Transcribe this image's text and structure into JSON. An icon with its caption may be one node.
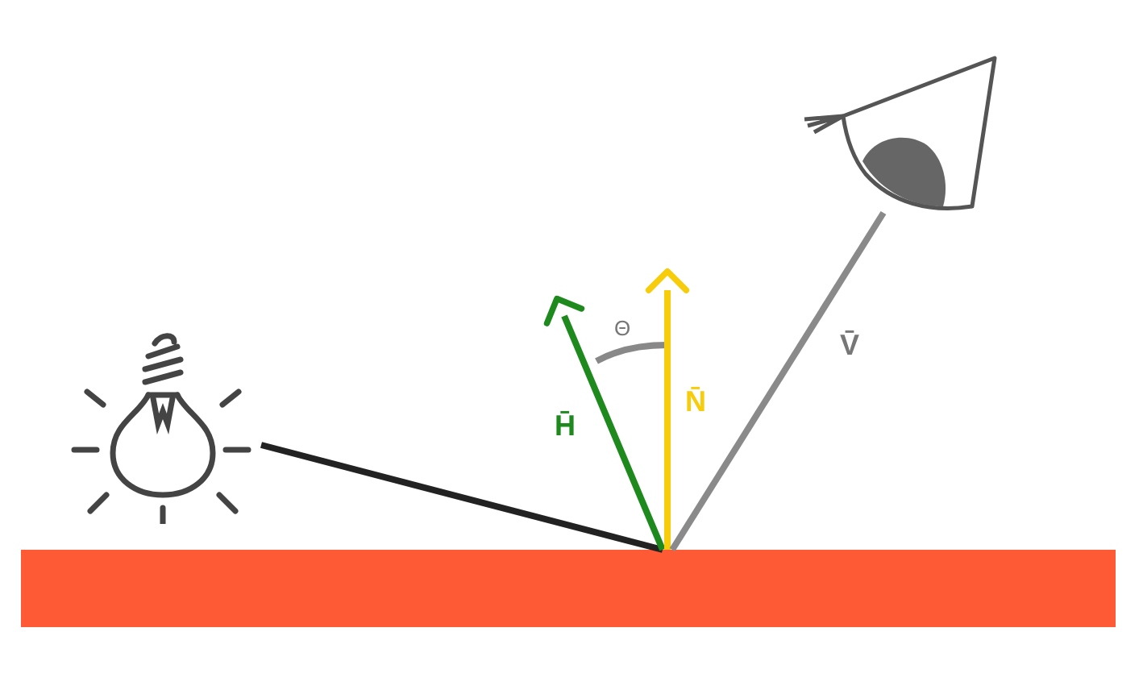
{
  "diagram": {
    "nodes": [
      {
        "text": [],
        "shape": "picture"
      },
      {
        "text": [],
        "shape": "bar"
      },
      {
        "text": [],
        "shape": "picture"
      }
    ],
    "edges": [
      {
        "from": 0,
        "to": 1,
        "arrow": "none",
        "color": "#222222"
      },
      {
        "from": 1,
        "to": null,
        "arrow": "to",
        "color": "#1e8a1e"
      },
      {
        "from": 1,
        "to": null,
        "arrow": "to",
        "color": "#f7cc0a"
      },
      {
        "from": 1,
        "to": 2,
        "arrow": "none",
        "color": "#8a8a8a"
      }
    ],
    "labels": [
      "Θ",
      "H̄",
      "N̄",
      "V̄"
    ]
  }
}
